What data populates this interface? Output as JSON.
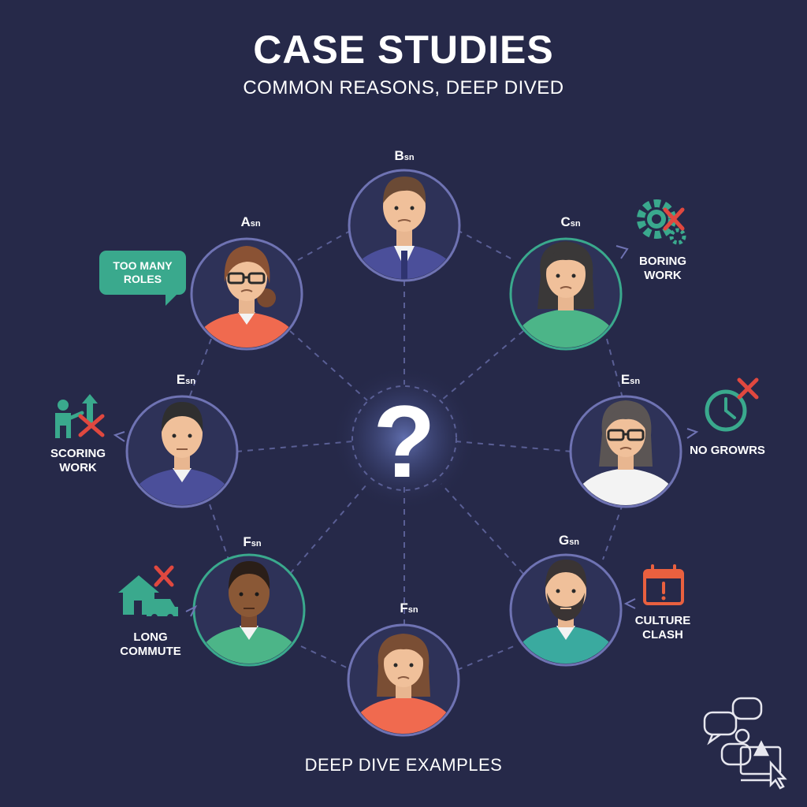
{
  "header": {
    "title": "CASE STUDIES",
    "subtitle": "COMMON REASONS, DEEP DIVED"
  },
  "footer": {
    "text": "DEEP DIVE EXAMPLES"
  },
  "center": {
    "symbol": "?"
  },
  "people": [
    {
      "letter": "B",
      "suffix": "sn"
    },
    {
      "letter": "A",
      "suffix": "sn"
    },
    {
      "letter": "C",
      "suffix": "sn"
    },
    {
      "letter": "E",
      "suffix": "sn"
    },
    {
      "letter": "E",
      "suffix": "sn"
    },
    {
      "letter": "F",
      "suffix": "sn"
    },
    {
      "letter": "G",
      "suffix": "sn"
    },
    {
      "letter": "F",
      "suffix": "sn"
    }
  ],
  "reasons": {
    "too_many_roles": [
      "TOO MANY",
      "ROLES"
    ],
    "boring_work_right": [
      "BORING",
      "WORK"
    ],
    "scoring_work_left": [
      "SCORING",
      "WORK"
    ],
    "no_growth": [
      "NO GROWRS"
    ],
    "long_commute": [
      "LONG",
      "COMMUTE"
    ],
    "culture_clash": [
      "CULTURE",
      "CLASH"
    ]
  },
  "colors": {
    "background": "#262949",
    "ring": "#6f73b3",
    "ring_green": "#3aa98d",
    "teal": "#3aa98d",
    "red": "#e0483f",
    "coral": "#f06a4f",
    "navy": "#4b4f9a",
    "green_shirt": "#4cb588",
    "white_shirt": "#f3f3f3",
    "teal_shirt": "#3aaa9f"
  },
  "icons": [
    "gear-x-icon",
    "promotion-x-icon",
    "clock-x-icon",
    "house-car-x-icon",
    "calendar-alert-icon",
    "chat-cursor-icon"
  ]
}
